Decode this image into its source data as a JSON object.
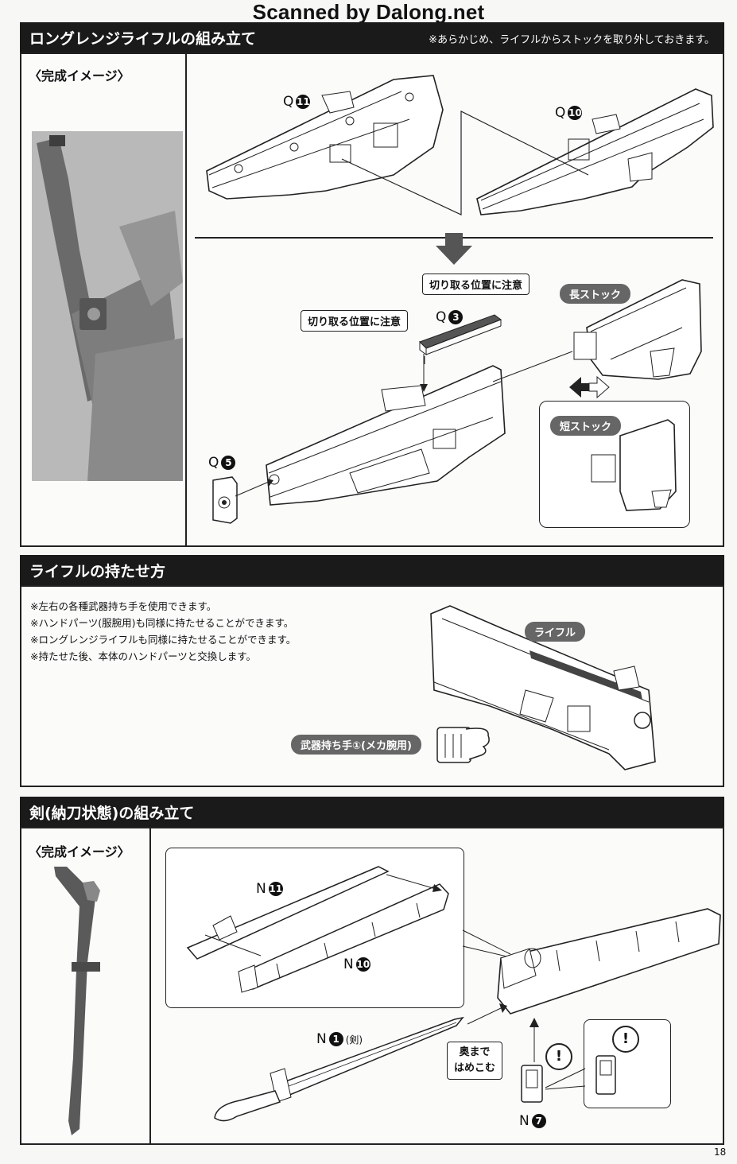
{
  "watermark": "Scanned by Dalong.net",
  "section1": {
    "title": "ロングレンジライフルの組み立て",
    "note": "※あらかじめ、ライフルからストックを取り外しておきます。",
    "image_label": "〈完成イメージ〉",
    "parts": {
      "q11": {
        "letter": "Q",
        "number": "11"
      },
      "q10": {
        "letter": "Q",
        "number": "10"
      },
      "q3": {
        "letter": "Q",
        "number": "3"
      },
      "q5": {
        "letter": "Q",
        "number": "5"
      }
    },
    "cut_note_1": "切り取る位置に注意",
    "cut_note_2": "切り取る位置に注意",
    "long_stock": "長ストック",
    "short_stock": "短ストック"
  },
  "section2": {
    "title": "ライフルの持たせ方",
    "notes": [
      "※左右の各種武器持ち手を使用できます。",
      "※ハンドパーツ(服腕用)も同様に持たせることができます。",
      "※ロングレンジライフルも同様に持たせることができます。",
      "※持たせた後、本体のハンドパーツと交換します。"
    ],
    "rifle_label": "ライフル",
    "hand_label": "武器持ち手①(メカ腕用)"
  },
  "section3": {
    "title": "剣(納刀状態)の組み立て",
    "image_label": "〈完成イメージ〉",
    "parts": {
      "n11": {
        "letter": "N",
        "number": "11"
      },
      "n10": {
        "letter": "N",
        "number": "10"
      },
      "n1": {
        "letter": "N",
        "number": "1",
        "suffix": "(剣)"
      },
      "n7": {
        "letter": "N",
        "number": "7"
      }
    },
    "insert_note_line1": "奥まで",
    "insert_note_line2": "はめこむ",
    "warning_glyph": "!"
  },
  "page_number": "18"
}
